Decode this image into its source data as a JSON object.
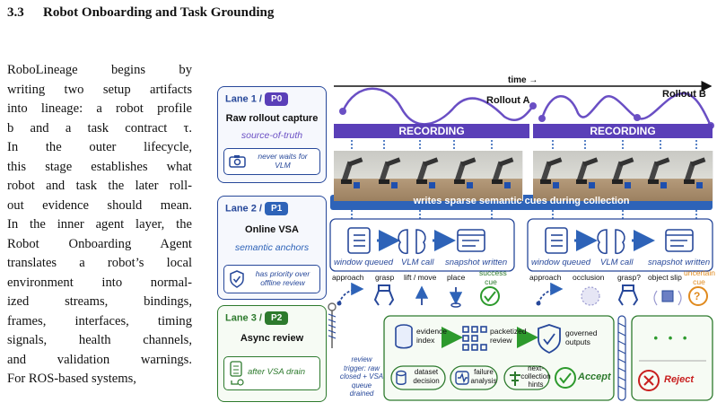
{
  "section": {
    "number": "3.3",
    "title": "Robot Onboarding and Task Grounding"
  },
  "body_lines": [
    "RoboLineage begins by",
    "writing two setup artifacts",
    "into lineage: a robot profile",
    "b and a task contract τ.",
    "In the outer lifecycle,",
    "this stage establishes what",
    "robot and task the later roll-",
    "out evidence should mean.",
    "In the inner agent layer, the",
    "Robot Onboarding Agent",
    "translates a robot’s local",
    "environment into normal-",
    "ized streams, bindings,",
    "frames, interfaces, timing",
    "signals, health channels,",
    "and validation warnings.",
    "For ROS-based systems,"
  ],
  "figure": {
    "time_label": "time →",
    "rollout_a": "Rollout A",
    "rollout_b": "Rollout B",
    "recording": "RECORDING",
    "sparse_banner": "writes sparse semantic cues during collection",
    "lane1": {
      "label": "Lane 1 /",
      "badge": "P0",
      "title": "Raw rollout capture",
      "subtitle": "source-of-truth",
      "note": "never waits for VLM"
    },
    "lane2": {
      "label": "Lane 2 /",
      "badge": "P1",
      "title": "Online VSA",
      "subtitle": "semantic anchors",
      "note": "has priority over offline review"
    },
    "lane3": {
      "label": "Lane 3 /",
      "badge": "P2",
      "title": "Async review",
      "note": "after VSA drain"
    },
    "pipeline_steps": [
      "window queued",
      "VLM call",
      "snapshot written"
    ],
    "cues_a": [
      "approach",
      "grasp",
      "lift / move",
      "place",
      "success cue"
    ],
    "cues_b": [
      "approach",
      "occlusion",
      "grasp?",
      "object slip",
      "uncertain cue"
    ],
    "review_trigger": "review trigger: raw closed + VSA queue drained",
    "review_flow": [
      "evidence index",
      "packetized review",
      "governed outputs"
    ],
    "review_outputs": [
      "dataset decision",
      "failure analysis",
      "next-collection hints"
    ],
    "accept": "Accept",
    "reject": "Reject",
    "ellipsis": "• • •",
    "colors": {
      "navy": "#27489a",
      "purple": "#6a4fc4",
      "blue": "#2e63b8",
      "green": "#2d7a2d",
      "orange": "#e08a1e",
      "red": "#c81e1e"
    }
  }
}
